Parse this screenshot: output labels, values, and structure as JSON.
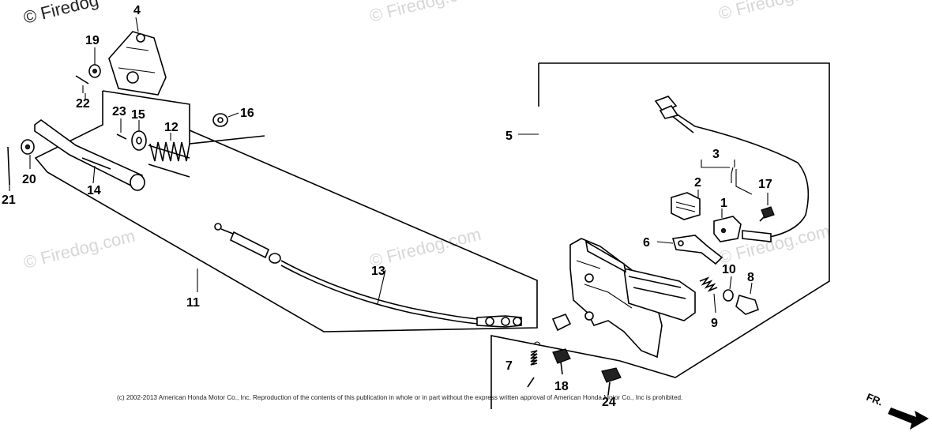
{
  "watermarks": {
    "top_left": "© Firedog",
    "repeat": "© Firedog.com"
  },
  "callouts": {
    "c1": "1",
    "c2": "2",
    "c3": "3",
    "c4": "4",
    "c5": "5",
    "c6": "6",
    "c7": "7",
    "c8": "8",
    "c9": "9",
    "c10": "10",
    "c11": "11",
    "c12": "12",
    "c13": "13",
    "c14": "14",
    "c15": "15",
    "c16": "16",
    "c17": "17",
    "c18": "18",
    "c19": "19",
    "c20": "20",
    "c21": "21",
    "c22": "22",
    "c23": "23",
    "c24": "24"
  },
  "footer": {
    "copyright": "(c) 2002-2013 American Honda Motor Co., Inc. Reproduction of the contents of this publication in whole or in part without the express written approval of American Honda Motor Co., Inc is prohibited."
  },
  "direction": {
    "label": "FR."
  }
}
